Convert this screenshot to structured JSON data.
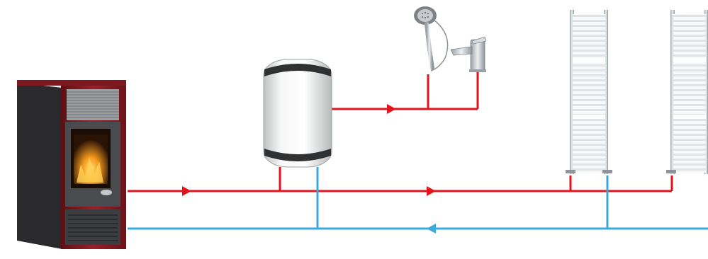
{
  "diagram": {
    "components": [
      {
        "id": "stove",
        "icon": "pellet-stove-icon"
      },
      {
        "id": "boiler",
        "icon": "water-tank-icon"
      },
      {
        "id": "shower",
        "icon": "shower-head-icon"
      },
      {
        "id": "faucet",
        "icon": "faucet-icon"
      },
      {
        "id": "radiator-1",
        "icon": "towel-radiator-icon"
      },
      {
        "id": "radiator-2",
        "icon": "towel-radiator-icon"
      }
    ],
    "colors": {
      "supply": "#e3141e",
      "return": "#3ba9dc",
      "stove_body": "#8e1a22",
      "stove_panel": "#3a3a3c",
      "tank": "#eef0ef",
      "chrome": "#c9cdd1"
    }
  }
}
